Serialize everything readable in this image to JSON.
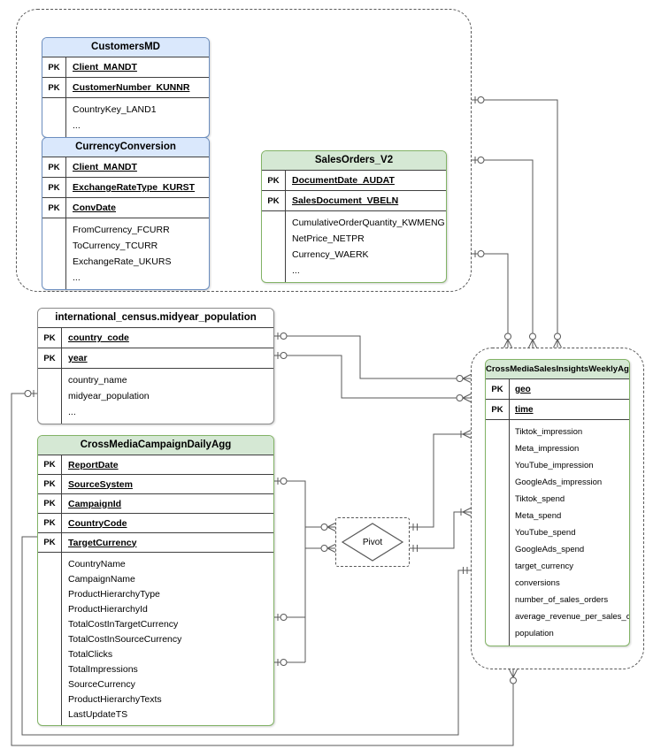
{
  "pk_label": "PK",
  "pivot": {
    "label": "Pivot"
  },
  "colors": {
    "blue_fill": "#dae8fc",
    "blue_border": "#6c8ebf",
    "green_fill": "#d5e8d4",
    "green_border": "#82b366",
    "line": "#595959"
  },
  "tables": [
    {
      "id": "customers-md",
      "title": "CustomersMD",
      "theme": "blue",
      "primary_keys": [
        "Client_MANDT",
        "CustomerNumber_KUNNR"
      ],
      "attributes": [
        "CountryKey_LAND1",
        "..."
      ]
    },
    {
      "id": "currency-conversion",
      "title": "CurrencyConversion",
      "theme": "blue",
      "primary_keys": [
        "Client_MANDT",
        "ExchangeRateType_KURST",
        "ConvDate"
      ],
      "attributes": [
        "FromCurrency_FCURR",
        "ToCurrency_TCURR",
        "ExchangeRate_UKURS",
        "..."
      ]
    },
    {
      "id": "sales-orders-v2",
      "title": "SalesOrders_V2",
      "theme": "green",
      "primary_keys": [
        "DocumentDate_AUDAT",
        "SalesDocument_VBELN"
      ],
      "attributes": [
        "CumulativeOrderQuantity_KWMENG",
        "NetPrice_NETPR",
        "Currency_WAERK",
        "..."
      ]
    },
    {
      "id": "international-census-midyear-population",
      "title": "international_census.midyear_population",
      "theme": "plain",
      "primary_keys": [
        "country_code",
        "year"
      ],
      "attributes": [
        "country_name",
        "midyear_population",
        "..."
      ]
    },
    {
      "id": "cross-media-campaign-daily-agg",
      "title": "CrossMediaCampaignDailyAgg",
      "theme": "green",
      "primary_keys": [
        "ReportDate",
        "SourceSystem",
        "CampaignId",
        "CountryCode",
        "TargetCurrency"
      ],
      "attributes": [
        "CountryName",
        "CampaignName",
        "ProductHierarchyType",
        "ProductHierarchyId",
        "TotalCostInTargetCurrency",
        "TotalCostInSourceCurrency",
        "TotalClicks",
        "TotalImpressions",
        "SourceCurrency",
        "ProductHierarchyTexts",
        "LastUpdateTS"
      ]
    },
    {
      "id": "cross-media-sales-insights-weekly-agg",
      "title": "CrossMediaSalesInsightsWeeklyAgg",
      "theme": "green",
      "primary_keys": [
        "geo",
        "time"
      ],
      "attributes": [
        "Tiktok_impression",
        "Meta_impression",
        "YouTube_impression",
        "GoogleAds_impression",
        "Tiktok_spend",
        "Meta_spend",
        "YouTube_spend",
        "GoogleAds_spend",
        "target_currency",
        "conversions",
        "number_of_sales_orders",
        "average_revenue_per_sales_order",
        "population"
      ]
    }
  ]
}
